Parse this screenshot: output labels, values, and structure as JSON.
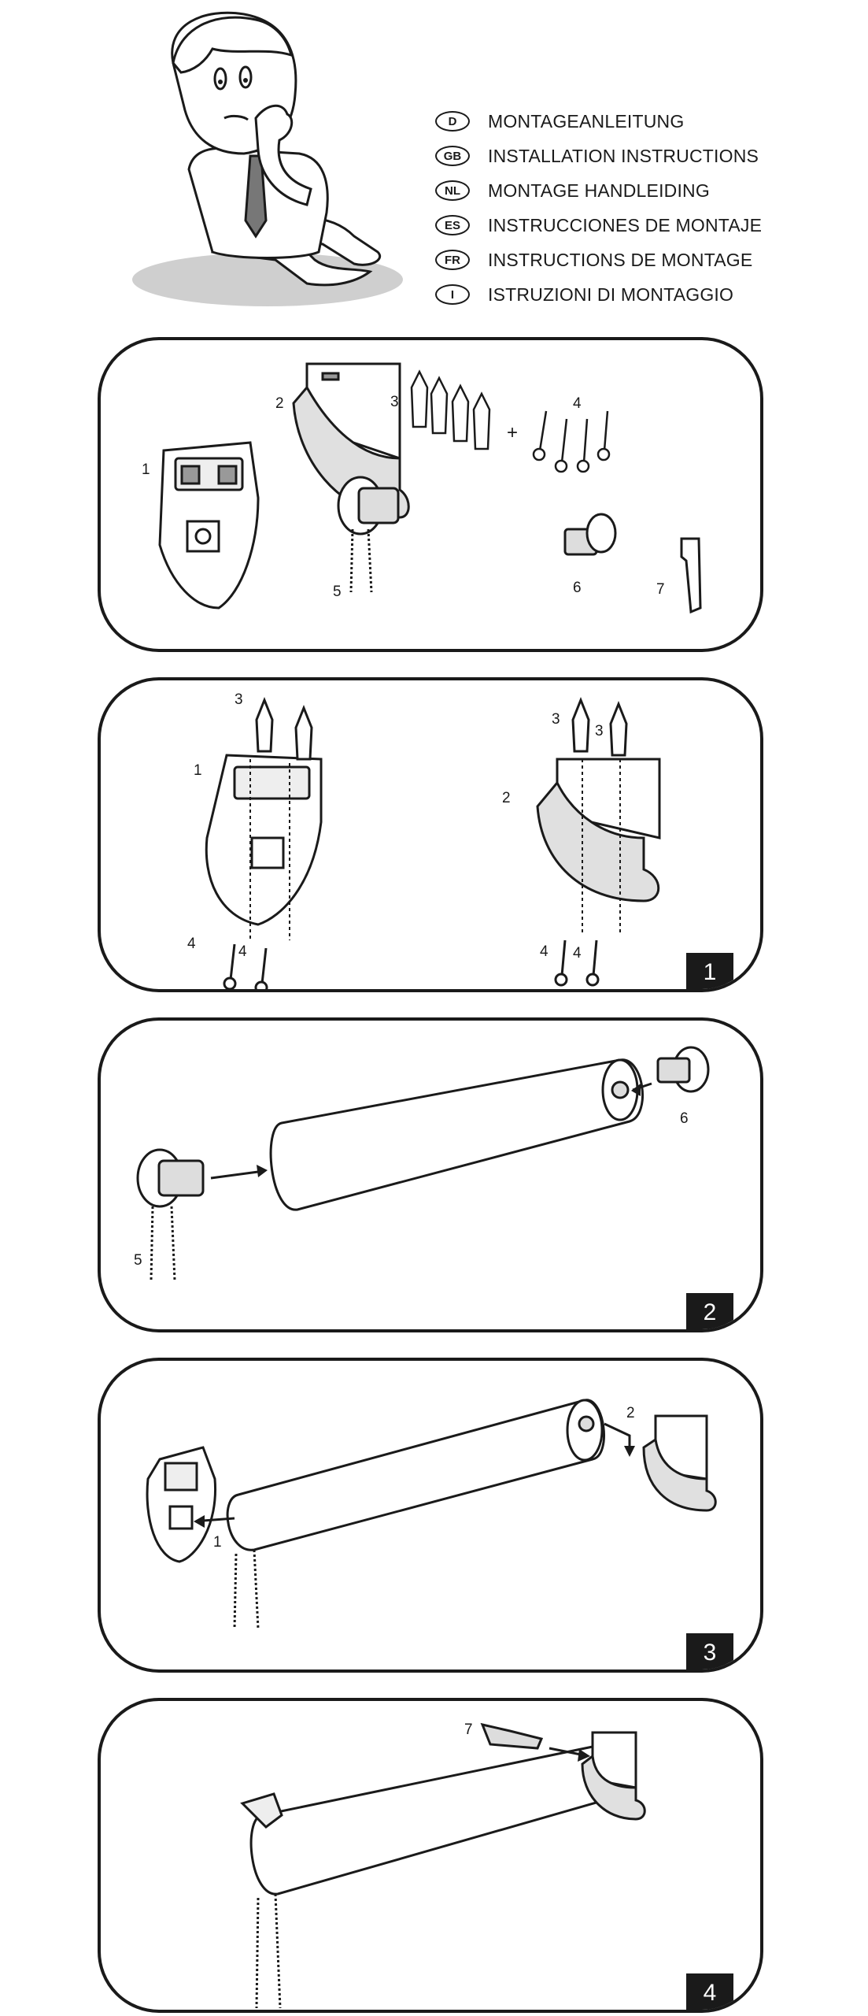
{
  "languages": [
    {
      "code": "D",
      "text": "MONTAGEANLEITUNG"
    },
    {
      "code": "GB",
      "text": "INSTALLATION INSTRUCTIONS"
    },
    {
      "code": "NL",
      "text": "MONTAGE HANDLEIDING"
    },
    {
      "code": "ES",
      "text": "INSTRUCCIONES DE MONTAJE"
    },
    {
      "code": "FR",
      "text": "INSTRUCTIONS DE MONTAGE"
    },
    {
      "code": "I",
      "text": "ISTRUZIONI DI MONTAGGIO"
    }
  ],
  "parts_panel": {
    "labels": {
      "p1": "1",
      "p2": "2",
      "p3": "3",
      "p4": "4",
      "plus": "+",
      "p5": "5",
      "p6": "6",
      "p7": "7"
    }
  },
  "step1": {
    "number": "1",
    "labels": {
      "a3": "3",
      "a1": "1",
      "a4a": "4",
      "a4b": "4",
      "b3a": "3",
      "b3b": "3",
      "b2": "2",
      "b4a": "4",
      "b4b": "4"
    }
  },
  "step2": {
    "number": "2",
    "labels": {
      "l6": "6",
      "l5": "5"
    }
  },
  "step3": {
    "number": "3",
    "labels": {
      "l2": "2",
      "l1": "1"
    }
  },
  "step4": {
    "number": "4",
    "labels": {
      "l7": "7"
    }
  }
}
